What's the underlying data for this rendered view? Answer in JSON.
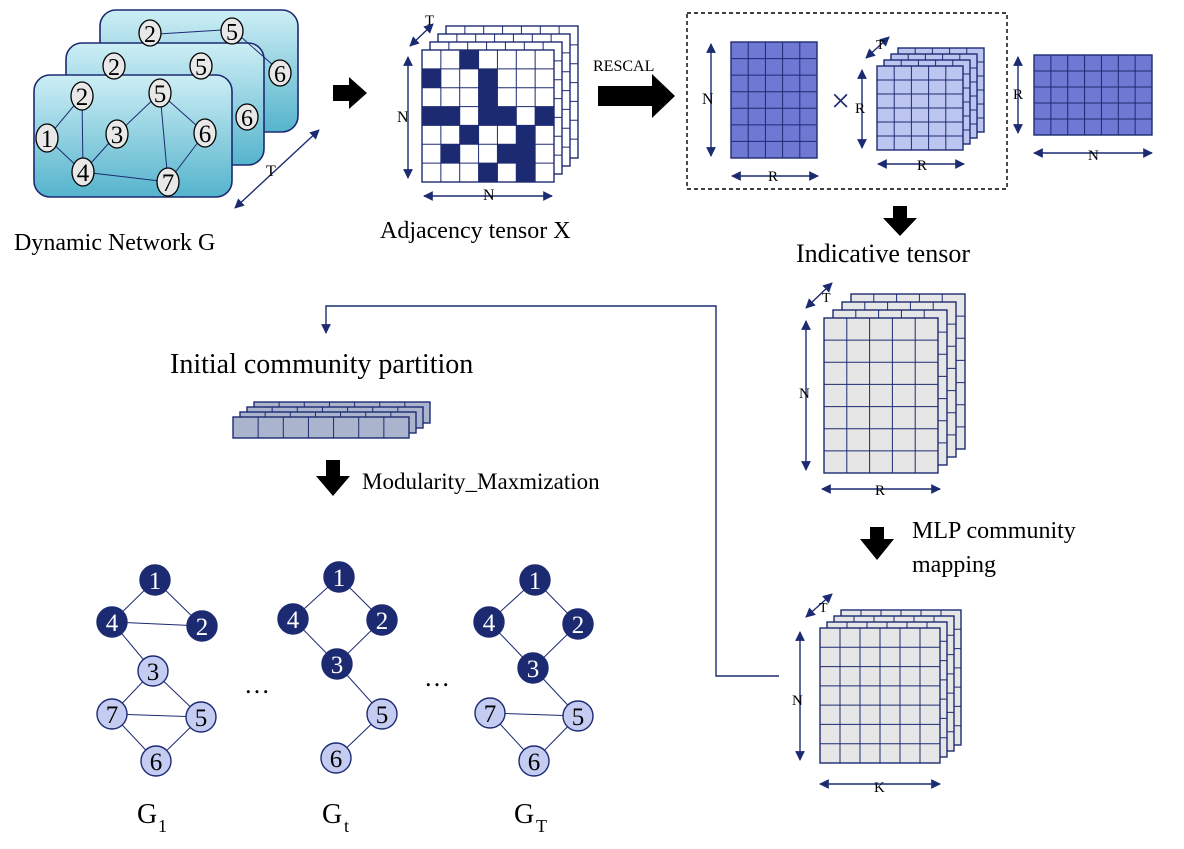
{
  "colors": {
    "navy": "#1c2a72",
    "tile_top": "#cdeef5",
    "tile_bottom": "#55b4cc",
    "blue_mid": "#6f78d2",
    "blue_light": "#bcc5ef",
    "gray_cell": "#e6e6e6",
    "gray_blue": "#aab4cc",
    "node_gray": "#e8e8e8",
    "node_light": "#c5ccf2"
  },
  "labels": {
    "dynamic_network": "Dynamic Network G",
    "adjacency": "Adjacency tensor X",
    "rescal": "RESCAL",
    "indicative": "Indicative tensor",
    "initial_partition": "Initial community partition",
    "modularity": "Modularity_Maxmization",
    "mlp_line1": "MLP community",
    "mlp_line2": "mapping",
    "dim_T": "T",
    "dim_N": "N",
    "dim_R": "R",
    "dim_K": "K",
    "times": "×",
    "ellipsis": "…",
    "g1_main": "G",
    "g1_sub": "1",
    "gt_main": "G",
    "gt_sub": "t",
    "gT_main": "G",
    "gT_sub": "T"
  },
  "dynamic_graph": {
    "nodes": [
      "1",
      "2",
      "3",
      "4",
      "5",
      "6",
      "7"
    ],
    "edges": [
      [
        "1",
        "2"
      ],
      [
        "1",
        "4"
      ],
      [
        "2",
        "4"
      ],
      [
        "3",
        "4"
      ],
      [
        "3",
        "5"
      ],
      [
        "4",
        "7"
      ],
      [
        "5",
        "6"
      ],
      [
        "5",
        "7"
      ],
      [
        "6",
        "7"
      ]
    ]
  },
  "community_graphs": [
    {
      "nodes": [
        "1",
        "2",
        "3",
        "4",
        "5",
        "6",
        "7"
      ],
      "dark": [
        "1",
        "2",
        "4"
      ],
      "edges": [
        [
          "1",
          "4"
        ],
        [
          "1",
          "2"
        ],
        [
          "4",
          "2"
        ],
        [
          "4",
          "3"
        ],
        [
          "3",
          "7"
        ],
        [
          "3",
          "5"
        ],
        [
          "7",
          "5"
        ],
        [
          "7",
          "6"
        ],
        [
          "6",
          "5"
        ]
      ]
    },
    {
      "nodes": [
        "1",
        "2",
        "3",
        "4",
        "5",
        "6"
      ],
      "dark": [
        "1",
        "2",
        "3",
        "4"
      ],
      "edges": [
        [
          "1",
          "4"
        ],
        [
          "1",
          "2"
        ],
        [
          "4",
          "3"
        ],
        [
          "2",
          "3"
        ],
        [
          "3",
          "5"
        ],
        [
          "5",
          "6"
        ]
      ]
    },
    {
      "nodes": [
        "1",
        "2",
        "3",
        "4",
        "5",
        "6",
        "7"
      ],
      "dark": [
        "1",
        "2",
        "3",
        "4"
      ],
      "edges": [
        [
          "1",
          "4"
        ],
        [
          "1",
          "2"
        ],
        [
          "4",
          "3"
        ],
        [
          "2",
          "3"
        ],
        [
          "3",
          "5"
        ],
        [
          "7",
          "5"
        ],
        [
          "7",
          "6"
        ],
        [
          "6",
          "5"
        ]
      ]
    }
  ]
}
